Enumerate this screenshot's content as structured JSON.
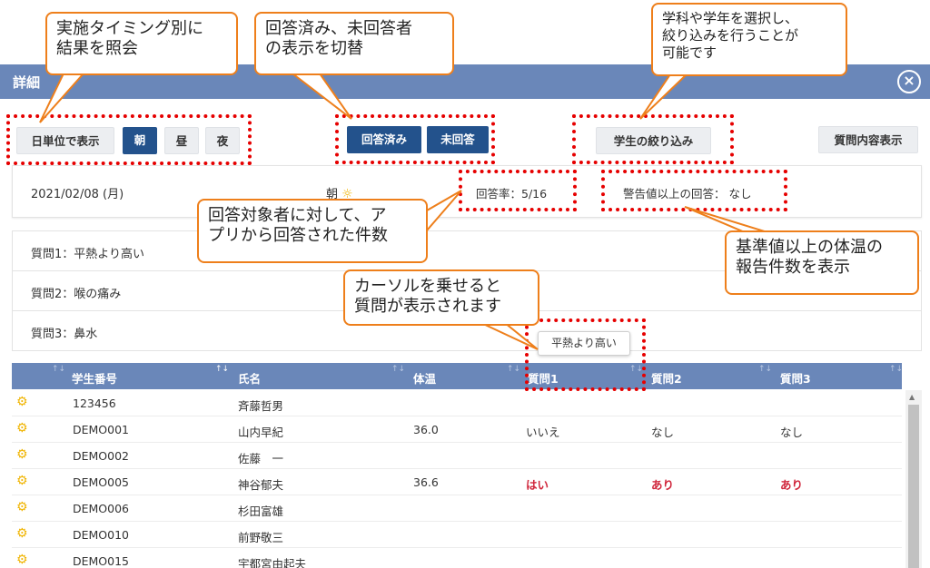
{
  "header": {
    "title": "詳細",
    "close_icon": "×"
  },
  "toolbar": {
    "daily_button": "日単位で表示",
    "timing": [
      "朝",
      "昼",
      "夜"
    ],
    "answered_button": "回答済み",
    "unanswered_button": "未回答",
    "filter_button": "学生の絞り込み",
    "question_detail_button": "質問内容表示"
  },
  "summary": {
    "date": "2021/02/08 (月)",
    "slot": "朝",
    "rate": "回答率：5/16",
    "warning": "警告値以上の回答： なし"
  },
  "questions": [
    "質問1：平熱より高い",
    "質問2：喉の痛み",
    "質問3：鼻水"
  ],
  "tooltip": "平熱より高い",
  "table": {
    "headers": [
      "学生番号",
      "氏名",
      "体温",
      "質問1",
      "質問2",
      "質問3"
    ],
    "rows": [
      {
        "id": "123456",
        "name": "斉藤哲男",
        "temp": "",
        "q1": "",
        "q2": "",
        "q3": ""
      },
      {
        "id": "DEMO001",
        "name": "山内早紀",
        "temp": "36.0",
        "q1": "いいえ",
        "q2": "なし",
        "q3": "なし"
      },
      {
        "id": "DEMO002",
        "name": "佐藤　一",
        "temp": "",
        "q1": "",
        "q2": "",
        "q3": ""
      },
      {
        "id": "DEMO005",
        "name": "神谷郁夫",
        "temp": "36.6",
        "q1": "はい",
        "q2": "あり",
        "q3": "あり"
      },
      {
        "id": "DEMO006",
        "name": "杉田富雄",
        "temp": "",
        "q1": "",
        "q2": "",
        "q3": ""
      },
      {
        "id": "DEMO010",
        "name": "前野敬三",
        "temp": "",
        "q1": "",
        "q2": "",
        "q3": ""
      },
      {
        "id": "DEMO015",
        "name": "宇都宮由起夫",
        "temp": "",
        "q1": "",
        "q2": "",
        "q3": ""
      }
    ]
  },
  "callouts": {
    "timing": [
      "実施タイミング別に",
      "結果を照会"
    ],
    "answer_toggle": [
      "回答済み、未回答者",
      "の表示を切替"
    ],
    "filter": [
      "学科や学年を選択し、",
      "絞り込みを行うことが",
      "可能です"
    ],
    "rate": [
      "回答対象者に対して、ア",
      "プリから回答された件数"
    ],
    "warning": [
      "基準値以上の体温の",
      "報告件数を表示"
    ],
    "tooltip": [
      "カーソルを乗せると",
      "質問が表示されます"
    ]
  },
  "colors": {
    "header": "#6a87b9",
    "primary_button": "#23528c",
    "highlight": "#e60000",
    "callout_border": "#ee7f1b",
    "alert_text": "#d0263b",
    "sun_icon": "#f0b400"
  }
}
